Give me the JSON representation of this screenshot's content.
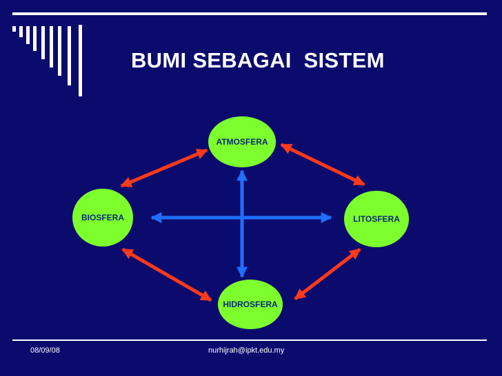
{
  "slide": {
    "title": "BUMI SEBAGAI  SISTEM",
    "footer_date": "08/09/08",
    "footer_email": "nurhijrah@ipkt.edu.my"
  },
  "diagram": {
    "nodes": {
      "atmosfera": "ATMOSFERA",
      "biosfera": "BIOSFERA",
      "litosfera": "LITOSFERA",
      "hidrosfera": "HIDROSFERA"
    }
  },
  "colors": {
    "background": "#0b0b6e",
    "node_fill": "#7dff2e",
    "red_arrow": "#ff3a1a",
    "blue_arrow": "#1f6fff",
    "text": "#ffffff"
  }
}
